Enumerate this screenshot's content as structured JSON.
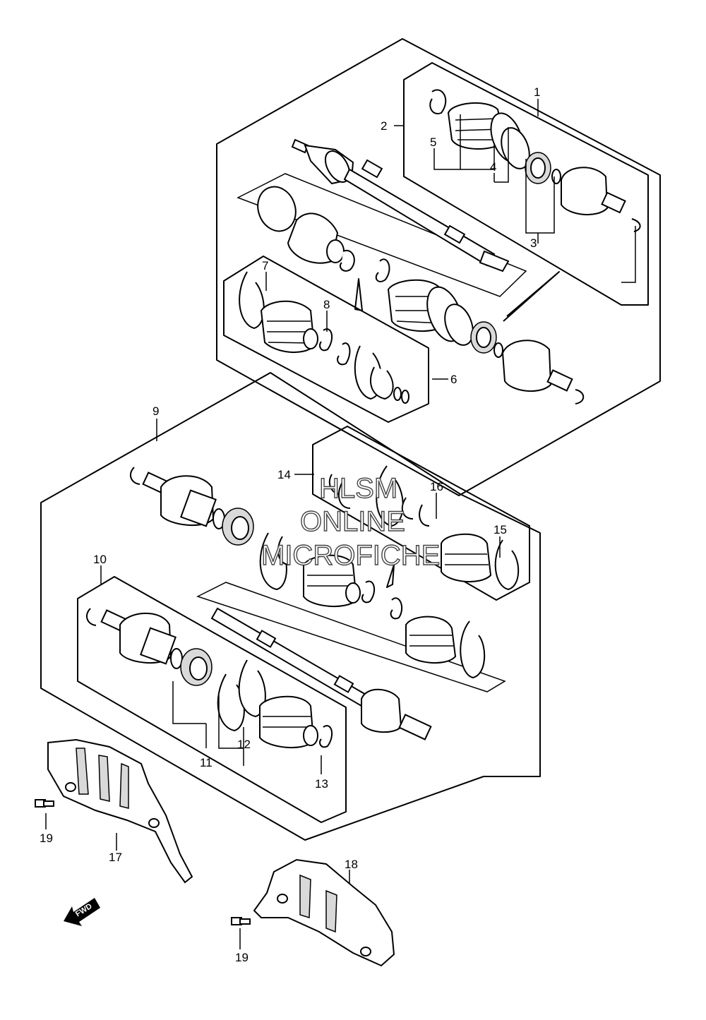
{
  "callouts": {
    "c1": "1",
    "c2": "2",
    "c3": "3",
    "c4": "4",
    "c5": "5",
    "c6": "6",
    "c7": "7",
    "c8": "8",
    "c9": "9",
    "c10": "10",
    "c11": "11",
    "c12": "12",
    "c13": "13",
    "c14": "14",
    "c15": "15",
    "c16": "16",
    "c17": "17",
    "c18": "18",
    "c19a": "19",
    "c19b": "19"
  },
  "watermark": {
    "line1": "HLSM",
    "line2": "ONLINE",
    "line3": "MICROFICHE"
  },
  "fwd_label": "FWD"
}
